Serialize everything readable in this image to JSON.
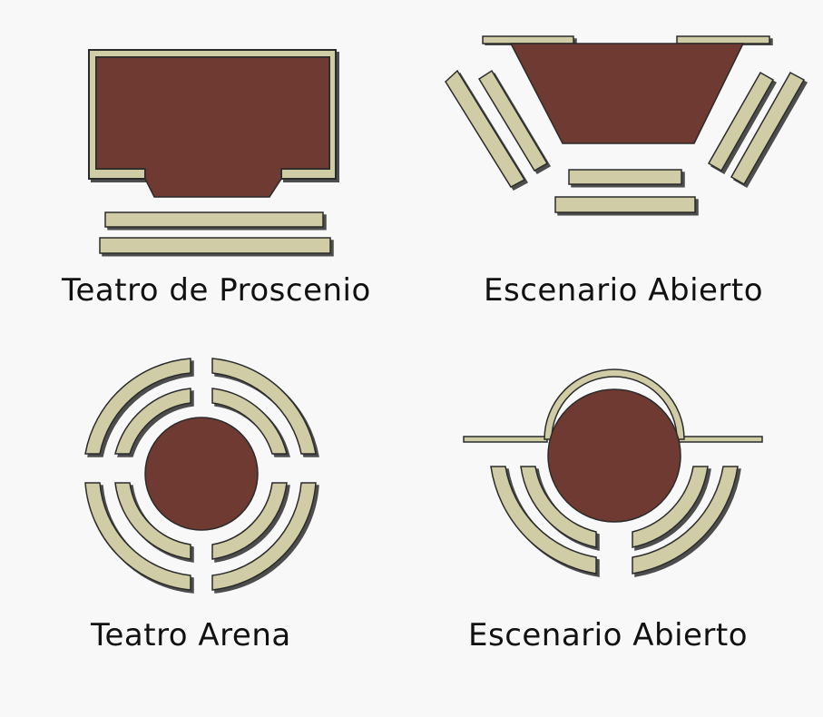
{
  "colors": {
    "background": "#f8f8f8",
    "stage": "#6e3a32",
    "seating": "#cfcca6",
    "outline": "#2b2b2b"
  },
  "diagrams": [
    {
      "id": "proscenium",
      "label": "Teatro de Proscenio"
    },
    {
      "id": "thrust",
      "label": "Escenario Abierto"
    },
    {
      "id": "arena",
      "label": "Teatro Arena"
    },
    {
      "id": "open-round",
      "label": "Escenario Abierto"
    }
  ]
}
